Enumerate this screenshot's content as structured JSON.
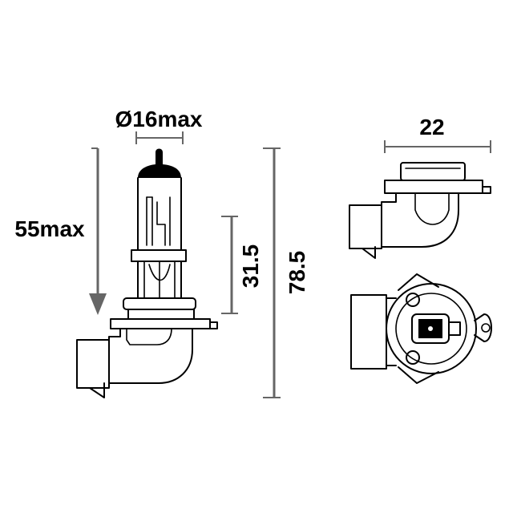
{
  "dimensions": {
    "diameter": "Ø16max",
    "height_max": "55max",
    "base_height": "31.5",
    "total_length": "78.5",
    "width": "22"
  },
  "colors": {
    "line": "#000000",
    "dimension": "#666666",
    "glass_tip": "#000000",
    "background": "#ffffff"
  }
}
